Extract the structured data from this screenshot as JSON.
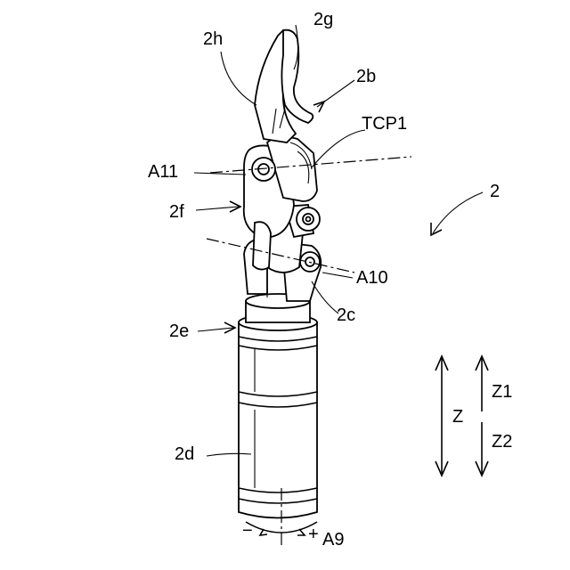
{
  "labels": {
    "l2g": "2g",
    "l2h": "2h",
    "l2b": "2b",
    "lTCP1": "TCP1",
    "lA11": "A11",
    "l2": "2",
    "l2f": "2f",
    "lA10": "A10",
    "l2c": "2c",
    "l2e": "2e",
    "lZ1": "Z1",
    "lZ": "Z",
    "lZ2": "Z2",
    "l2d": "2d",
    "lMinus": "−",
    "lPlus": "+",
    "lA9": "A9"
  }
}
